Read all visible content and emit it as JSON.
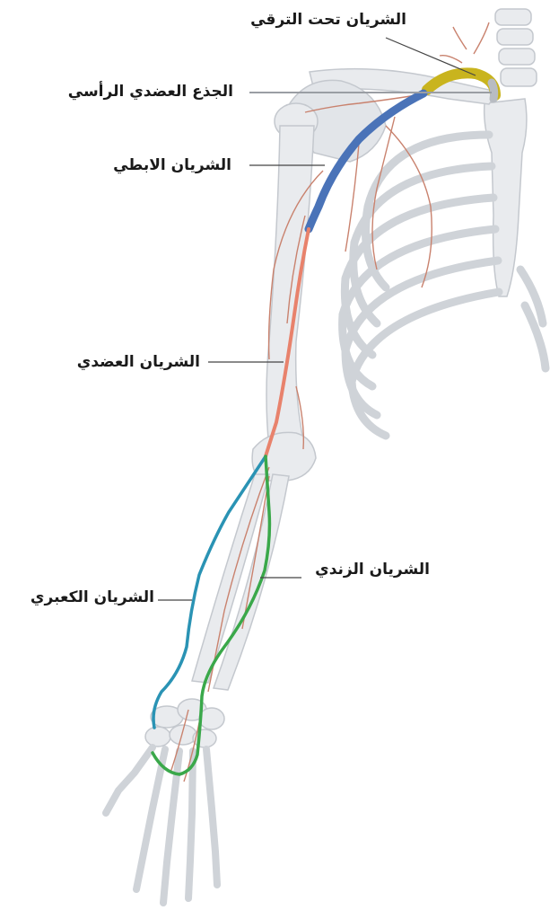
{
  "colors": {
    "bone": "#e9ebee",
    "bone_outline": "#c4c8ce",
    "small_vessel": "#c9826e",
    "subclavian": "#c9b41e",
    "brachiocephalic": "#b8bcc2",
    "axillary": "#4a73b8",
    "brachial": "#e8826c",
    "ulnar": "#3aa84a",
    "radial": "#2a93b4",
    "leader_line": "#444444"
  },
  "labels": {
    "subclavian": "الشريان تحت الترقي",
    "brachiocephalic": "الجذع العضدي الرأسي",
    "axillary": "الشريان الابطي",
    "brachial": "الشريان العضدي",
    "ulnar": "الشريان الزندي",
    "radial": "الشريان الكعبري"
  }
}
